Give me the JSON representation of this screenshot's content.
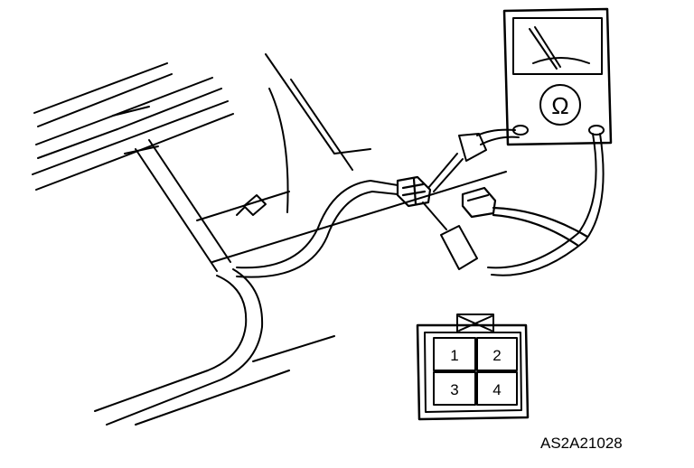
{
  "diagram": {
    "figure_code": "AS2A21028",
    "connector_pins": [
      {
        "number": "1"
      },
      {
        "number": "2"
      },
      {
        "number": "3"
      },
      {
        "number": "4"
      }
    ],
    "meter_icon": "ohm-symbol-icon",
    "colors": {
      "ink": "#000000",
      "background": "#ffffff"
    }
  }
}
